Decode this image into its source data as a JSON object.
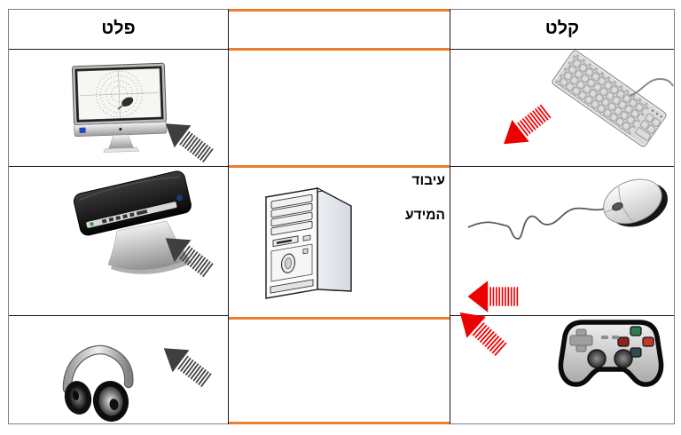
{
  "colors": {
    "background": "#FFFFFF",
    "accent_orange": "#ED7D31",
    "arrow_red": "#EE0000",
    "arrow_dark": "#3F3F3F",
    "grid_line_black": "#1A1A1A",
    "outer_border_gray": "#808080"
  },
  "table": {
    "output_header": "פלט",
    "input_header": "קלט",
    "processing_line1": "עיבוד",
    "processing_line2": "המידע",
    "text_direction": "rtl",
    "output_items": [
      "monitor-icon",
      "printer-icon",
      "headphones-icon"
    ],
    "input_items": [
      "keyboard-icon",
      "mouse-icon",
      "game-controller-icon"
    ],
    "processing_item": "computer-tower-icon",
    "output_arrow_color": "#3F3F3F",
    "input_arrow_color": "#EE0000"
  }
}
